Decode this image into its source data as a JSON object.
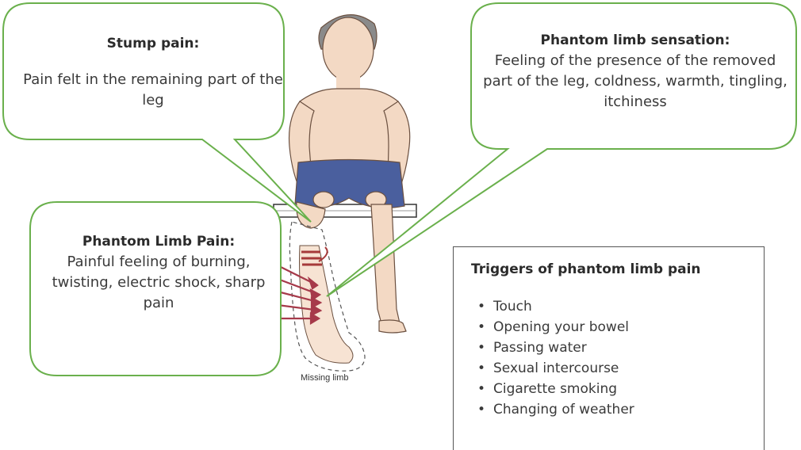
{
  "callouts": {
    "stump_pain": {
      "title": "Stump pain:",
      "body": "Pain felt in the remaining part of the leg"
    },
    "phantom_sensation": {
      "title": "Phantom limb sensation:",
      "body": "Feeling of the presence of the removed part of the leg, coldness, warmth, tingling, itchiness"
    },
    "phantom_pain": {
      "title": "Phantom Limb Pain:",
      "body": "Painful feeling of burning, twisting, electric shock, sharp pain"
    }
  },
  "illustration": {
    "missing_label": "Missing limb"
  },
  "triggers": {
    "title": "Triggers of phantom limb pain",
    "items": [
      "Touch",
      "Opening your bowel",
      "Passing water",
      "Sexual intercourse",
      "Cigarette smoking",
      "Changing of weather"
    ]
  },
  "colors": {
    "callout_border": "#6ab04c",
    "skin": "#f3d9c4",
    "shorts": "#4a5f9e",
    "arrow": "#a63a4a",
    "triggers_border": "#555555"
  }
}
